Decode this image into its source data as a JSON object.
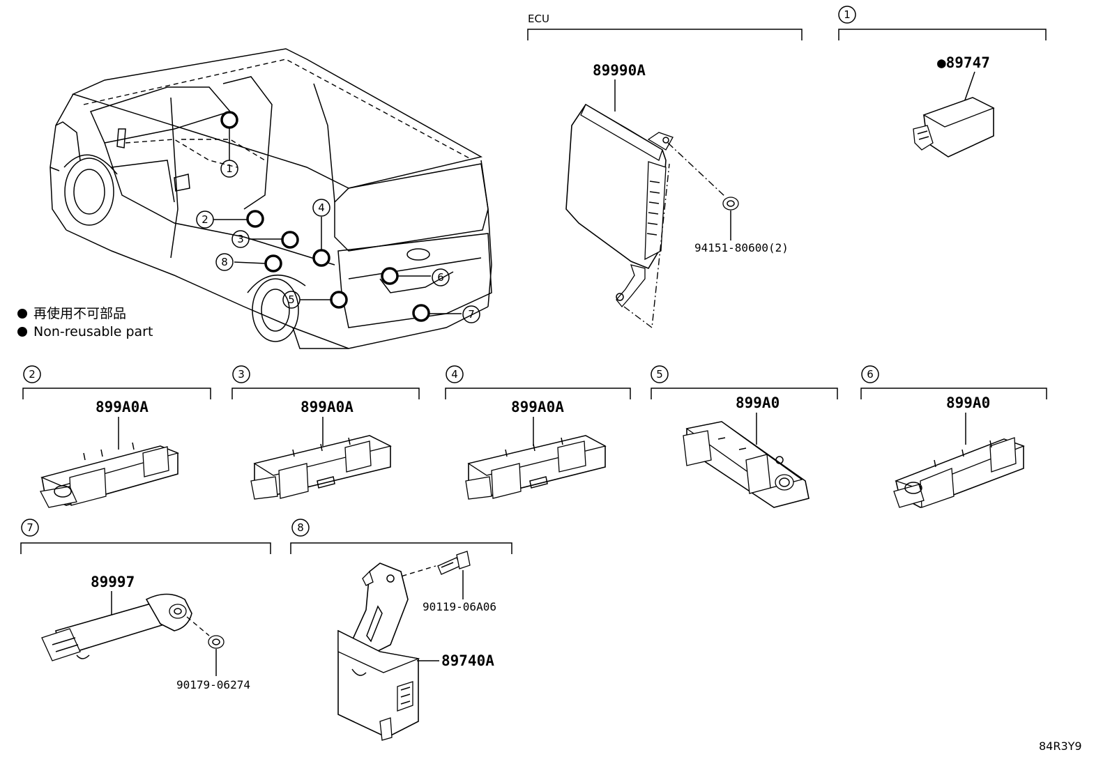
{
  "legend": {
    "line1": "再使用不可部品",
    "line2": "Non-reusable part"
  },
  "groups": {
    "ecu": {
      "header": "ECU",
      "part": "89990A",
      "bolt": "94151-80600(2)"
    },
    "g1": {
      "num": "1",
      "part": "●89747"
    },
    "g2": {
      "num": "2",
      "part": "899A0A"
    },
    "g3": {
      "num": "3",
      "part": "899A0A"
    },
    "g4": {
      "num": "4",
      "part": "899A0A"
    },
    "g5": {
      "num": "5",
      "part": "899A0"
    },
    "g6": {
      "num": "6",
      "part": "899A0"
    },
    "g7": {
      "num": "7",
      "part": "89997",
      "clip": "90179-06274"
    },
    "g8": {
      "num": "8",
      "part": "89740A",
      "bolt": "90119-06A06"
    }
  },
  "callouts": [
    "1",
    "2",
    "3",
    "4",
    "5",
    "6",
    "7",
    "8"
  ],
  "illustration_code": "84R3Y9"
}
